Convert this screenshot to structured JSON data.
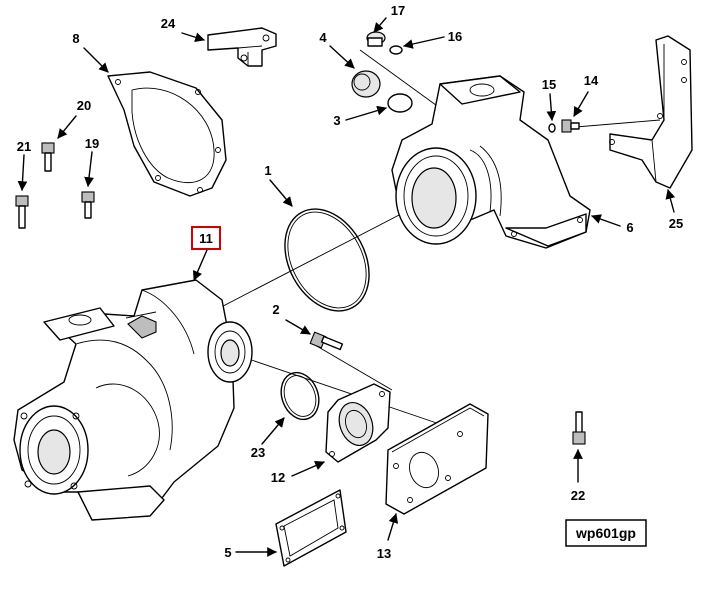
{
  "callouts": {
    "c1": "1",
    "c2": "2",
    "c3": "3",
    "c4": "4",
    "c5": "5",
    "c6": "6",
    "c8": "8",
    "c11": "11",
    "c12": "12",
    "c13": "13",
    "c14": "14",
    "c15": "15",
    "c16": "16",
    "c17": "17",
    "c19": "19",
    "c20": "20",
    "c21": "21",
    "c22": "22",
    "c23": "23",
    "c24": "24",
    "c25": "25"
  },
  "highlighted_callout": "11",
  "highlight_color": "#d40000",
  "drawing_code": "wp601gp"
}
